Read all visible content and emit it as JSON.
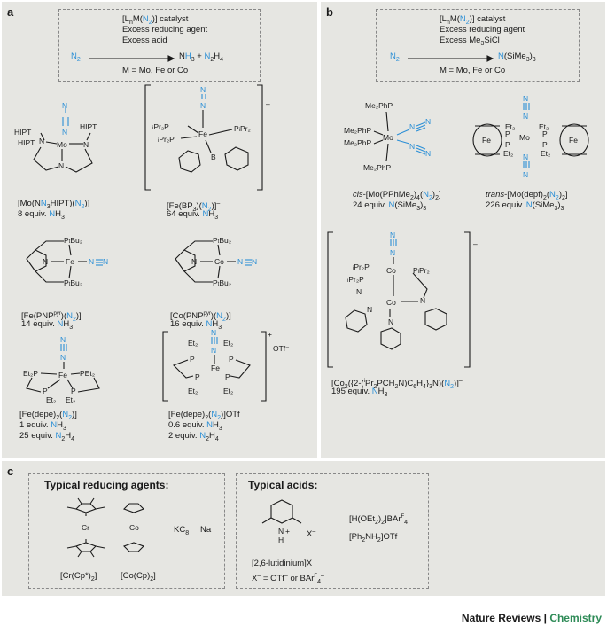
{
  "panels": {
    "a": {
      "label": "a",
      "scheme": {
        "line1": "[LnM(N2)] catalyst",
        "line2": "Excess reducing agent",
        "line3": "Excess acid",
        "reactant": "N2",
        "product": "NH3 + N2H4",
        "metals": "M = Mo, Fe or Co"
      },
      "compounds": [
        {
          "name": "[Mo(NN3HIPT)(N2)]",
          "yield": "8 equiv. NH3"
        },
        {
          "name": "[Fe(BP3)(N2)]–",
          "yield": "64 equiv. NH3"
        },
        {
          "name": "[Fe(PNPpyr)(N2)]",
          "yield": "14 equiv. NH3"
        },
        {
          "name": "[Co(PNPpyr)(N2)]",
          "yield": "16 equiv. NH3"
        },
        {
          "name": "[Fe(depe)2(N2)]",
          "yield": "1 equiv. NH3",
          "yield2": "25 equiv. N2H4"
        },
        {
          "name": "[Fe(depe)2(N2)]OTf",
          "yield": "0.6 equiv. NH3",
          "yield2": "2 equiv. N2H4"
        }
      ]
    },
    "b": {
      "label": "b",
      "scheme": {
        "line1": "[LnM(N2)] catalyst",
        "line2": "Excess reducing agent",
        "line3": "Excess Me3SiCl",
        "reactant": "N2",
        "product": "N(SiMe3)3",
        "metals": "M = Mo, Fe or Co"
      },
      "compounds": [
        {
          "name": "cis-[Mo(PPhMe2)4(N2)2]",
          "yield": "24 equiv. N(SiMe3)3"
        },
        {
          "name": "trans-[Mo(depf)2(N2)2]",
          "yield": "226 equiv. N(SiMe3)3"
        },
        {
          "name": "[Co2({2-(iPr2PCH2N)C6H4}3N)(N2)]–",
          "yield": "195 equiv. NH3"
        }
      ]
    },
    "c": {
      "label": "c",
      "reducing_title": "Typical reducing agents:",
      "reducing": [
        "[Cr(Cp*)2]",
        "[Co(Cp)2]",
        "KC8",
        "Na"
      ],
      "acids_title": "Typical acids:",
      "acids": [
        "[2,6-lutidinium]X",
        "X– = OTf– or BArF4–",
        "[H(OEt2)2]BArF4",
        "[Ph2NH2]OTf"
      ]
    }
  },
  "footer": {
    "journal": "Nature Reviews",
    "sep": " | ",
    "subject": "Chemistry"
  }
}
